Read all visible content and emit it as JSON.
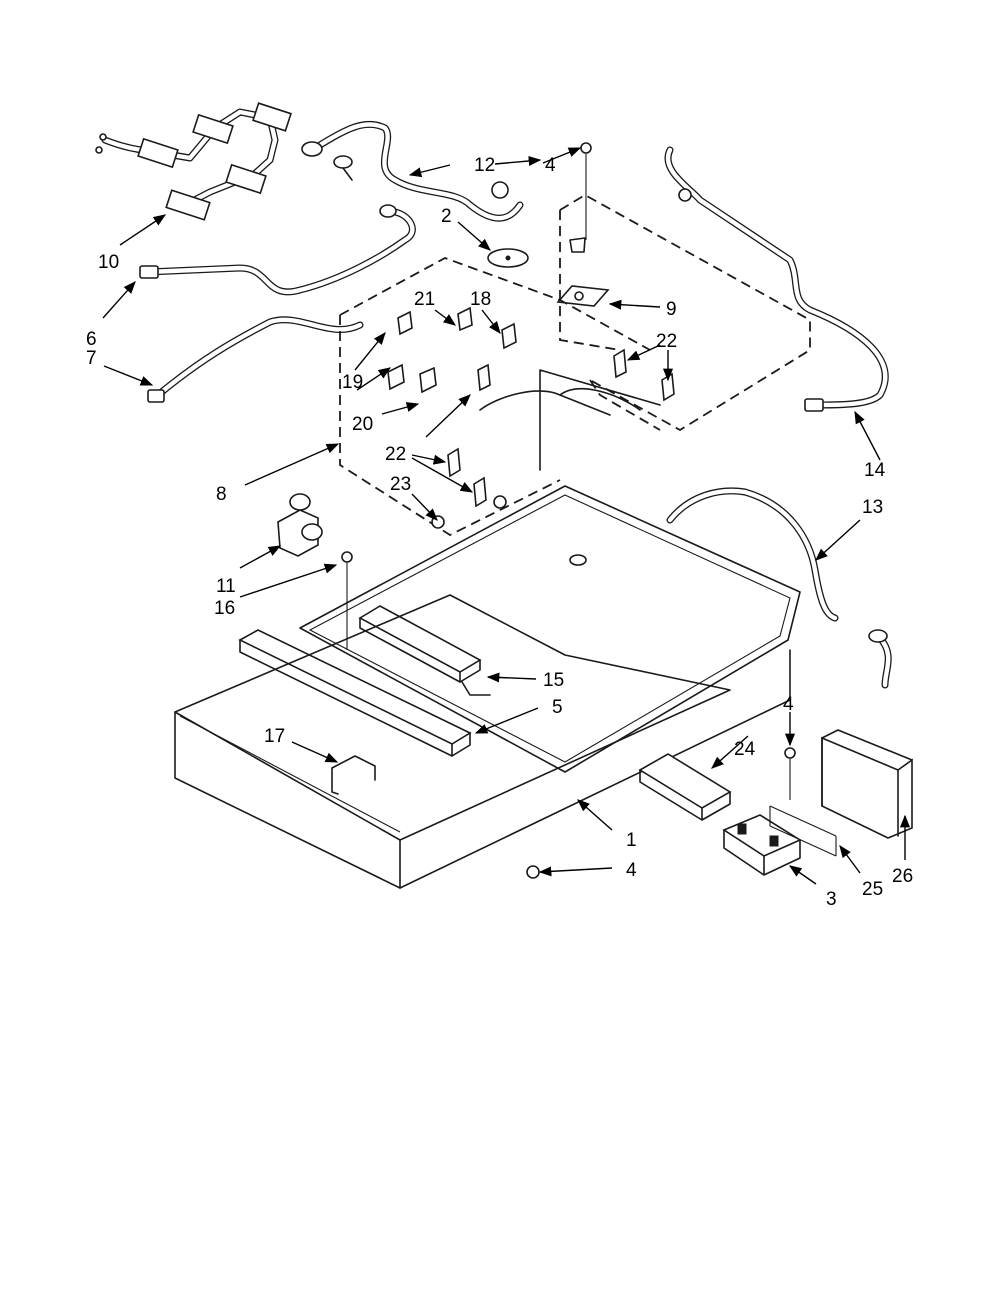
{
  "callouts": [
    {
      "id": "1",
      "text": "1"
    },
    {
      "id": "2",
      "text": "2"
    },
    {
      "id": "3",
      "text": "3"
    },
    {
      "id": "4a",
      "text": "4"
    },
    {
      "id": "4b",
      "text": "4"
    },
    {
      "id": "4c",
      "text": "4"
    },
    {
      "id": "5",
      "text": "5"
    },
    {
      "id": "6",
      "text": "6"
    },
    {
      "id": "7",
      "text": "7"
    },
    {
      "id": "8",
      "text": "8"
    },
    {
      "id": "9",
      "text": "9"
    },
    {
      "id": "10",
      "text": "10"
    },
    {
      "id": "11",
      "text": "11"
    },
    {
      "id": "12",
      "text": "12"
    },
    {
      "id": "13",
      "text": "13"
    },
    {
      "id": "14",
      "text": "14"
    },
    {
      "id": "15",
      "text": "15"
    },
    {
      "id": "16",
      "text": "16"
    },
    {
      "id": "17",
      "text": "17"
    },
    {
      "id": "18",
      "text": "18"
    },
    {
      "id": "19",
      "text": "19"
    },
    {
      "id": "20",
      "text": "20"
    },
    {
      "id": "21",
      "text": "21"
    },
    {
      "id": "22a",
      "text": "22"
    },
    {
      "id": "22b",
      "text": "22"
    },
    {
      "id": "23",
      "text": "23"
    },
    {
      "id": "24",
      "text": "24"
    },
    {
      "id": "25",
      "text": "25"
    },
    {
      "id": "26",
      "text": "26"
    }
  ]
}
